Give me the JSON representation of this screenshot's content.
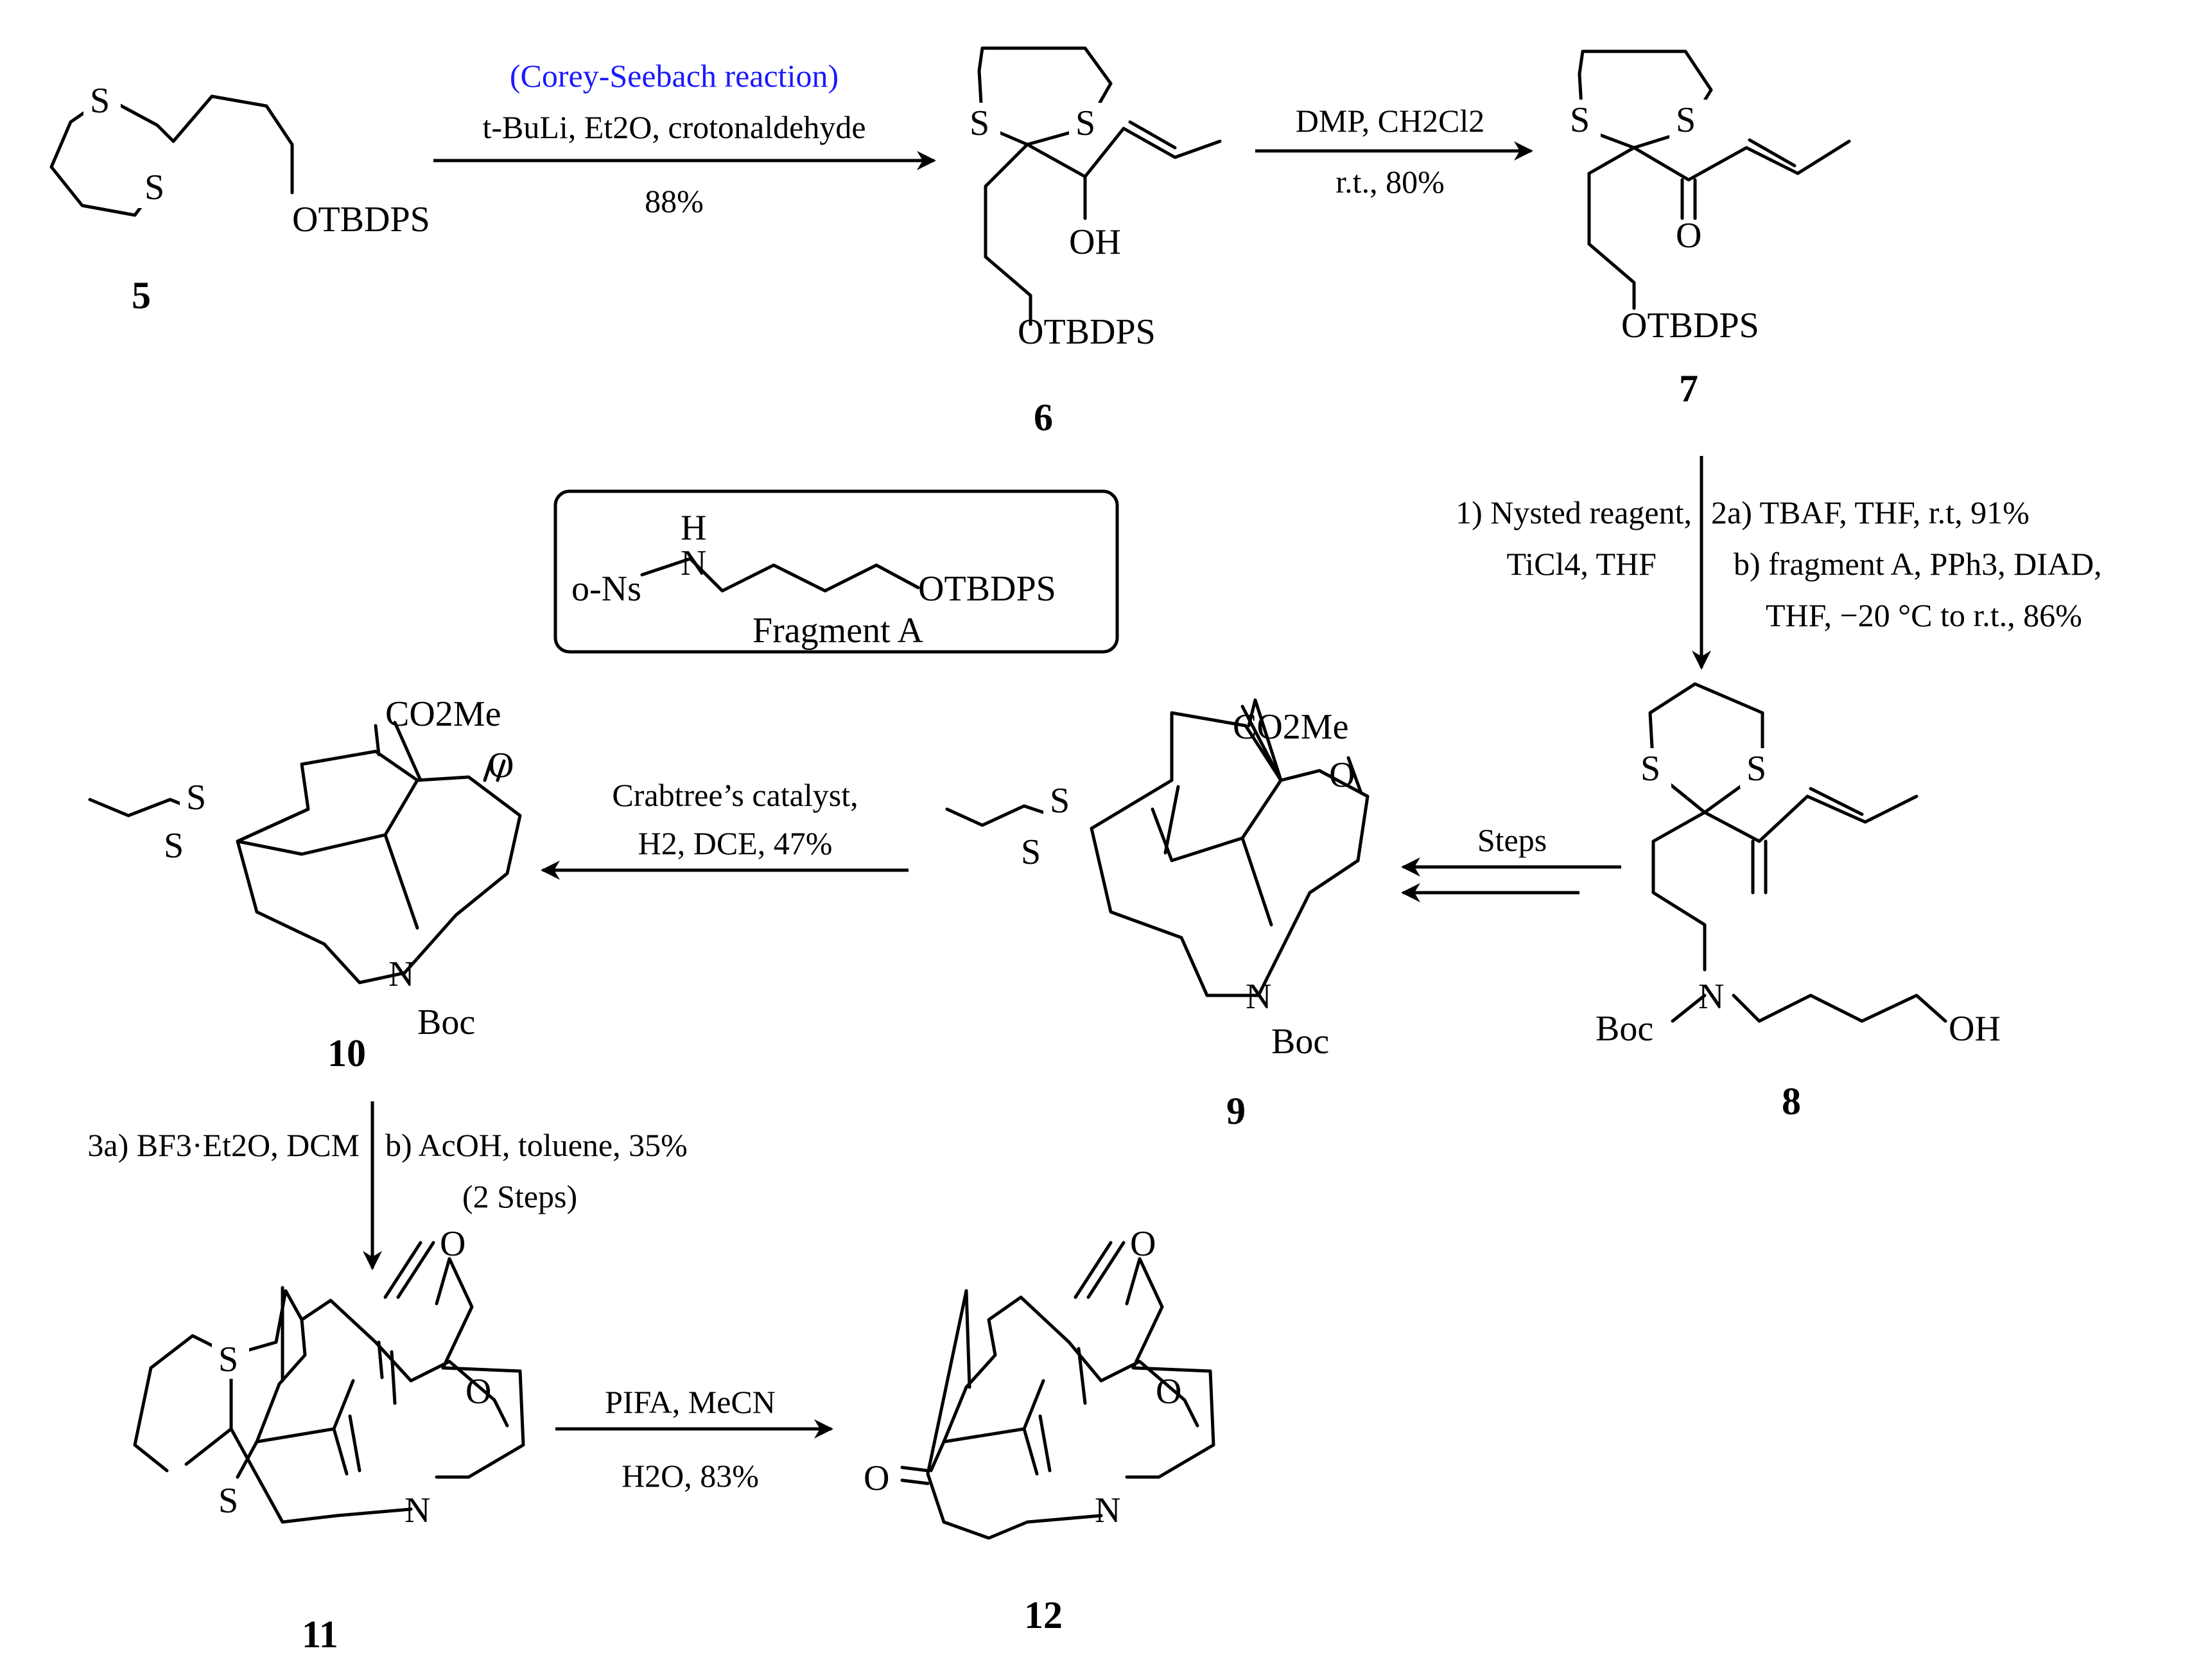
{
  "colors": {
    "highlight": "#1a1aff",
    "ink": "#000000",
    "background": "#ffffff"
  },
  "compounds": {
    "c5": {
      "number": "5",
      "otbdps": "OTBDPS"
    },
    "c6": {
      "number": "6",
      "oh": "OH",
      "otbdps": "OTBDPS"
    },
    "c7": {
      "number": "7",
      "o": "O",
      "otbdps": "OTBDPS"
    },
    "c8": {
      "number": "8",
      "boc": "Boc",
      "n": "N",
      "oh": "OH"
    },
    "c9": {
      "number": "9",
      "co2me": "CO2Me",
      "boc": "Boc",
      "n": "N",
      "o": "O"
    },
    "c10": {
      "number": "10",
      "co2me": "CO2Me",
      "boc": "Boc",
      "n": "N",
      "o": "O"
    },
    "c11": {
      "number": "11",
      "n": "N",
      "o_ring": "O",
      "o_carbonyl": "O"
    },
    "c12": {
      "number": "12",
      "n": "N",
      "o_ring": "O",
      "o_carbonyl": "O",
      "o_ketone": "O"
    }
  },
  "atom_labels": {
    "sulfur": "S"
  },
  "fragment_a": {
    "label": "Fragment A",
    "h": "H",
    "n": "N",
    "ons": "o-Ns",
    "otbdps": "OTBDPS"
  },
  "steps": {
    "step1": {
      "name": "(Corey-Seebach reaction)",
      "reagents": "t-BuLi, Et2O, crotonaldehyde",
      "yield": "88%"
    },
    "step2": {
      "reagents": "DMP, CH2Cl2",
      "conditions": "r.t., 80%"
    },
    "step3": {
      "line1_left": "1) Nysted reagent,",
      "line2_left": "TiCl4, THF",
      "line1_right": "2a)  TBAF,  THF,  r.t,  91%",
      "line2_right": "b)  fragment A, PPh3, DIAD,",
      "line3_right": "THF, −20 °C to r.t., 86%"
    },
    "step4": {
      "label": "Steps"
    },
    "step5": {
      "line1": "Crabtree’s catalyst,",
      "line2": "H2, DCE, 47%"
    },
    "step6": {
      "left": "3a) BF3·Et2O, DCM",
      "right": "b) AcOH, toluene, 35%",
      "note": "(2 Steps)"
    },
    "step7": {
      "line1": "PIFA, MeCN",
      "line2": "H2O, 83%"
    }
  }
}
